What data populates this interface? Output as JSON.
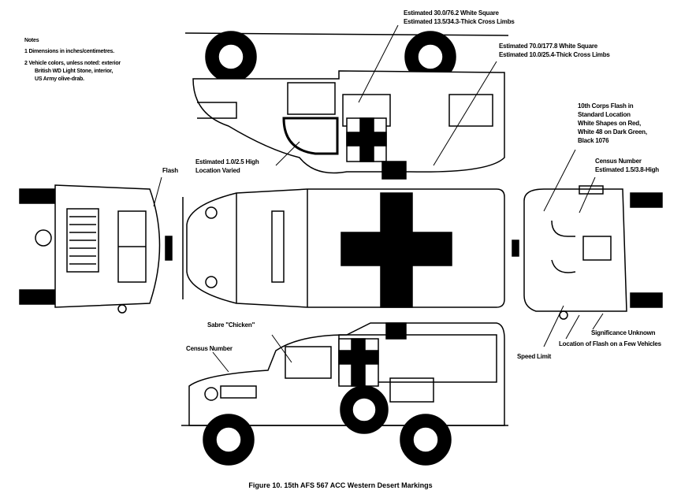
{
  "notes": {
    "title": "Notes",
    "items": [
      "1  Dimensions in inches/centimetres.",
      "2  Vehicle colors, unless noted: exterior",
      "British WD Light Stone, interior,",
      "US Army olive-drab."
    ]
  },
  "labels": {
    "white_square_top_1": "Estimated 30.0/76.2  White Square",
    "white_square_top_2": "Estimated 13.5/34.3-Thick Cross Limbs",
    "white_square_side_1": "Estimated 70.0/177.8 White Square",
    "white_square_side_2": "Estimated 10.0/25.4-Thick Cross Limbs",
    "corps_flash_1": "10th Corps Flash in",
    "corps_flash_2": "Standard Location",
    "corps_flash_3": "White Shapes on Red,",
    "corps_flash_4": "White 48 on Dark Green,",
    "corps_flash_5": "Black 1076",
    "census_rear_1": "Census Number",
    "census_rear_2": "Estimated 1.5/3.8-High",
    "estimated_high_1": "Estimated 1.0/2.5 High",
    "estimated_high_2": "Location Varied",
    "flash": "Flash",
    "sabre": "Sabre \"Chicken\"",
    "census_side": "Census Number",
    "speed_limit": "Speed Limit",
    "flash_few": "Location of Flash on a Few Vehicles",
    "significance": "Significance Unknown"
  },
  "caption": "Figure 10.  15th AFS 567 ACC Western Desert Markings"
}
